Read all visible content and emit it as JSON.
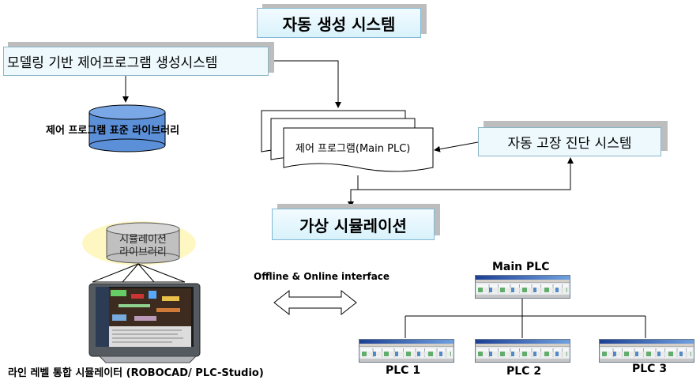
{
  "titles": {
    "auto_gen": "자동 생성 시스템",
    "model_based": "모델링 기반 제어프로그램 생성시스템",
    "library": "제어 프로그램 표준 라이브러리",
    "program": "제어 프로그램(Main PLC)",
    "fault_diag": "자동 고장 진단 시스템",
    "virtual_sim": "가상 시뮬레이션",
    "sim_library_line1": "시뮬레이션",
    "sim_library_line2": "라이브러리",
    "interface": "Offline & Online interface",
    "simulator": "라인 레벨 통합 시뮬레이터 (ROBOCAD/ PLC-Studio)",
    "main_plc": "Main PLC",
    "plc1": "PLC 1",
    "plc2": "PLC 2",
    "plc3": "PLC 3"
  },
  "colors": {
    "cyan_fill": "#d9f2fb",
    "cylinder_blue": "#5b8fd8",
    "cylinder_gray": "#c0c0c0",
    "arrow": "#000000"
  }
}
